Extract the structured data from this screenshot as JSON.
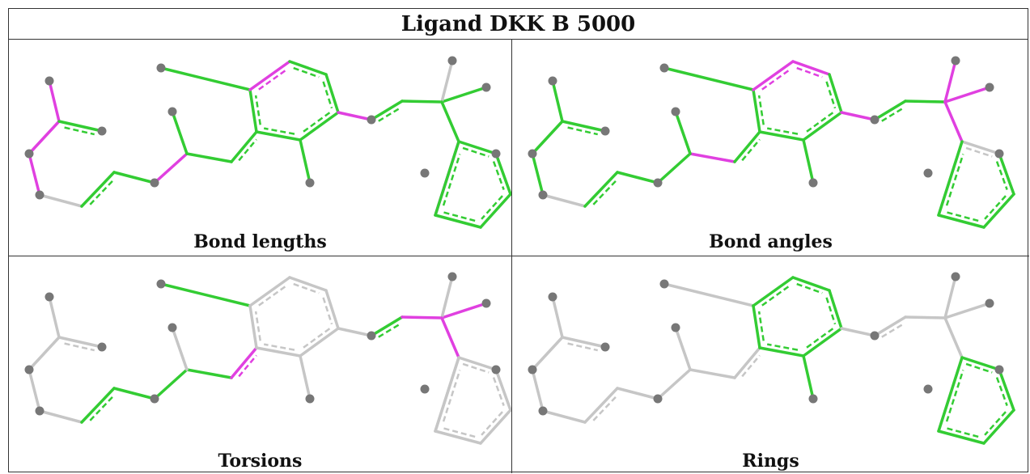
{
  "title": "Ligand DKK B 5000",
  "colors": {
    "green": "#33cc33",
    "magenta": "#e040e0",
    "gray": "#c6c6c6",
    "atom": "#777777"
  },
  "panels": [
    {
      "caption": "Bond lengths",
      "default": "green",
      "overrides": {
        "b1": "magenta",
        "b2": "magenta",
        "b8": "gray",
        "b10": "magenta",
        "b16": "magenta",
        "b21": "magenta",
        "b25": "gray",
        "b27": "magenta"
      },
      "atoms": [
        "a0",
        "a2",
        "a3",
        "a4",
        "a6",
        "a9",
        "a13",
        "a16",
        "a19",
        "a20",
        "a22",
        "a23",
        "a25"
      ]
    },
    {
      "caption": "Bond angles",
      "default": "green",
      "overrides": {
        "b8": "gray",
        "b11": "magenta",
        "b16": "magenta",
        "b17": "magenta",
        "b21": "magenta",
        "b24": "magenta",
        "b25": "magenta",
        "b26": "magenta",
        "b27": "gray",
        "b28": "gray"
      },
      "atoms": [
        "a0",
        "a2",
        "a3",
        "a4",
        "a6",
        "a9",
        "a13",
        "a16",
        "a19",
        "a20",
        "a22",
        "a23",
        "a25"
      ]
    },
    {
      "caption": "Torsions",
      "default": "gray",
      "overrides": {
        "b6": "green",
        "b7": "green",
        "b9": "green",
        "b10": "green",
        "b11": "green",
        "b12": "magenta",
        "b14": "green",
        "b22": "green",
        "b23": "magenta",
        "b24": "magenta",
        "b26": "magenta"
      },
      "atoms": [
        "a0",
        "a2",
        "a3",
        "a4",
        "a6",
        "a9",
        "a13",
        "a16",
        "a19",
        "a20",
        "a22",
        "a23",
        "a25"
      ]
    },
    {
      "caption": "Rings",
      "default": "gray",
      "overrides": {
        "b15": "green",
        "b16": "green",
        "b17": "green",
        "b18": "green",
        "b19": "green",
        "b20": "green",
        "b28": "green",
        "b29": "green",
        "b30": "green",
        "b31": "green",
        "b32": "green",
        "b33": "green"
      },
      "atoms": [
        "a0",
        "a2",
        "a3",
        "a4",
        "a6",
        "a9",
        "a13",
        "a16",
        "a19",
        "a20",
        "a22",
        "a23",
        "a25"
      ]
    }
  ]
}
